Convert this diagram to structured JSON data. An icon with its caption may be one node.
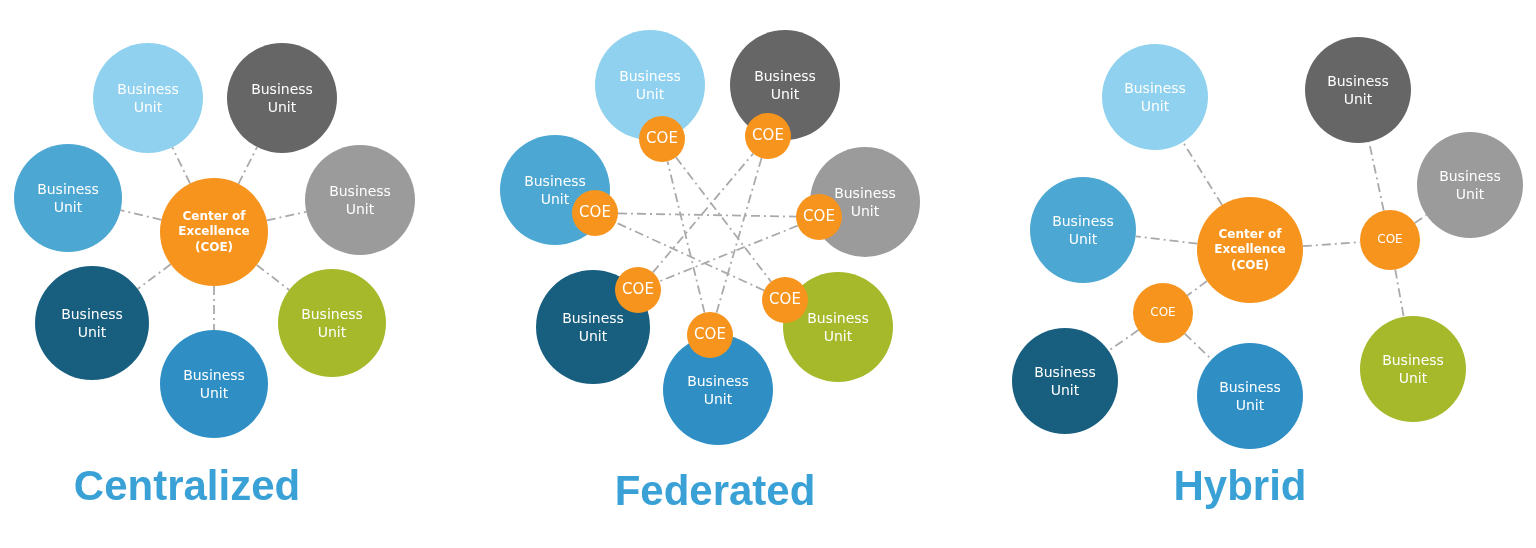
{
  "diagram": {
    "nodes": [
      {
        "text": [
          "Business Unit"
        ]
      },
      {
        "text": [
          "Business Unit"
        ]
      },
      {
        "text": [
          "Business Unit"
        ]
      },
      {
        "text": [
          "Business Unit"
        ]
      },
      {
        "text": [
          "Center of Excellence (COE)"
        ]
      },
      {
        "text": [
          "Business Unit"
        ]
      },
      {
        "text": [
          "Business Unit"
        ]
      },
      {
        "text": [
          "Business Unit"
        ]
      },
      {
        "text": [
          "Business Unit"
        ]
      },
      {
        "text": [
          "Business Unit"
        ]
      },
      {
        "text": [
          "COE"
        ]
      },
      {
        "text": [
          "COE"
        ]
      },
      {
        "text": [
          "Business Unit"
        ]
      },
      {
        "text": [
          "Business Unit"
        ]
      },
      {
        "text": [
          "COE"
        ]
      },
      {
        "text": [
          "COE"
        ]
      },
      {
        "text": [
          "COE"
        ]
      },
      {
        "text": [
          "COE"
        ]
      },
      {
        "text": [
          "Business Unit"
        ]
      },
      {
        "text": [
          "Business Unit"
        ]
      },
      {
        "text": [
          "COE"
        ]
      },
      {
        "text": [
          "Business Unit"
        ]
      },
      {
        "text": [
          "Business Unit"
        ]
      },
      {
        "text": [
          "Business Unit"
        ]
      },
      {
        "text": [
          "Business Unit"
        ]
      },
      {
        "text": [
          "Business Unit"
        ]
      },
      {
        "text": [
          "Center of Excellence (COE)"
        ]
      },
      {
        "text": [
          "COE"
        ]
      },
      {
        "text": [
          "COE"
        ]
      },
      {
        "text": [
          "Business Unit"
        ]
      },
      {
        "text": [
          "Business Unit"
        ]
      },
      {
        "text": [
          "Business Unit"
        ]
      }
    ],
    "edges": [
      {
        "from": 4,
        "to": 0,
        "arrow": "none"
      },
      {
        "from": 4,
        "to": 1,
        "arrow": "none"
      },
      {
        "from": 4,
        "to": 2,
        "arrow": "none"
      },
      {
        "from": 4,
        "to": 3,
        "arrow": "none"
      },
      {
        "from": 4,
        "to": 5,
        "arrow": "none"
      },
      {
        "from": 4,
        "to": 6,
        "arrow": "none"
      },
      {
        "from": 4,
        "to": 7,
        "arrow": "none"
      },
      {
        "from": 10,
        "to": 16,
        "arrow": "none"
      },
      {
        "from": 11,
        "to": 20,
        "arrow": "none"
      },
      {
        "from": 15,
        "to": 17,
        "arrow": "none"
      },
      {
        "from": 16,
        "to": 14,
        "arrow": "none"
      },
      {
        "from": 20,
        "to": 10,
        "arrow": "none"
      },
      {
        "from": 17,
        "to": 11,
        "arrow": "none"
      },
      {
        "from": 14,
        "to": 15,
        "arrow": "none"
      },
      {
        "from": 26,
        "to": 22,
        "arrow": "none"
      },
      {
        "from": 26,
        "to": 25,
        "arrow": "none"
      },
      {
        "from": 26,
        "to": 27,
        "arrow": "none"
      },
      {
        "from": 26,
        "to": 28,
        "arrow": "none"
      },
      {
        "from": 27,
        "to": 23,
        "arrow": "none"
      },
      {
        "from": 27,
        "to": 24,
        "arrow": "none"
      },
      {
        "from": 27,
        "to": 31,
        "arrow": "none"
      },
      {
        "from": 28,
        "to": 29,
        "arrow": "none"
      },
      {
        "from": 28,
        "to": 30,
        "arrow": "none"
      }
    ],
    "labels": [
      "Centralized",
      "Federated",
      "Hybrid"
    ]
  }
}
